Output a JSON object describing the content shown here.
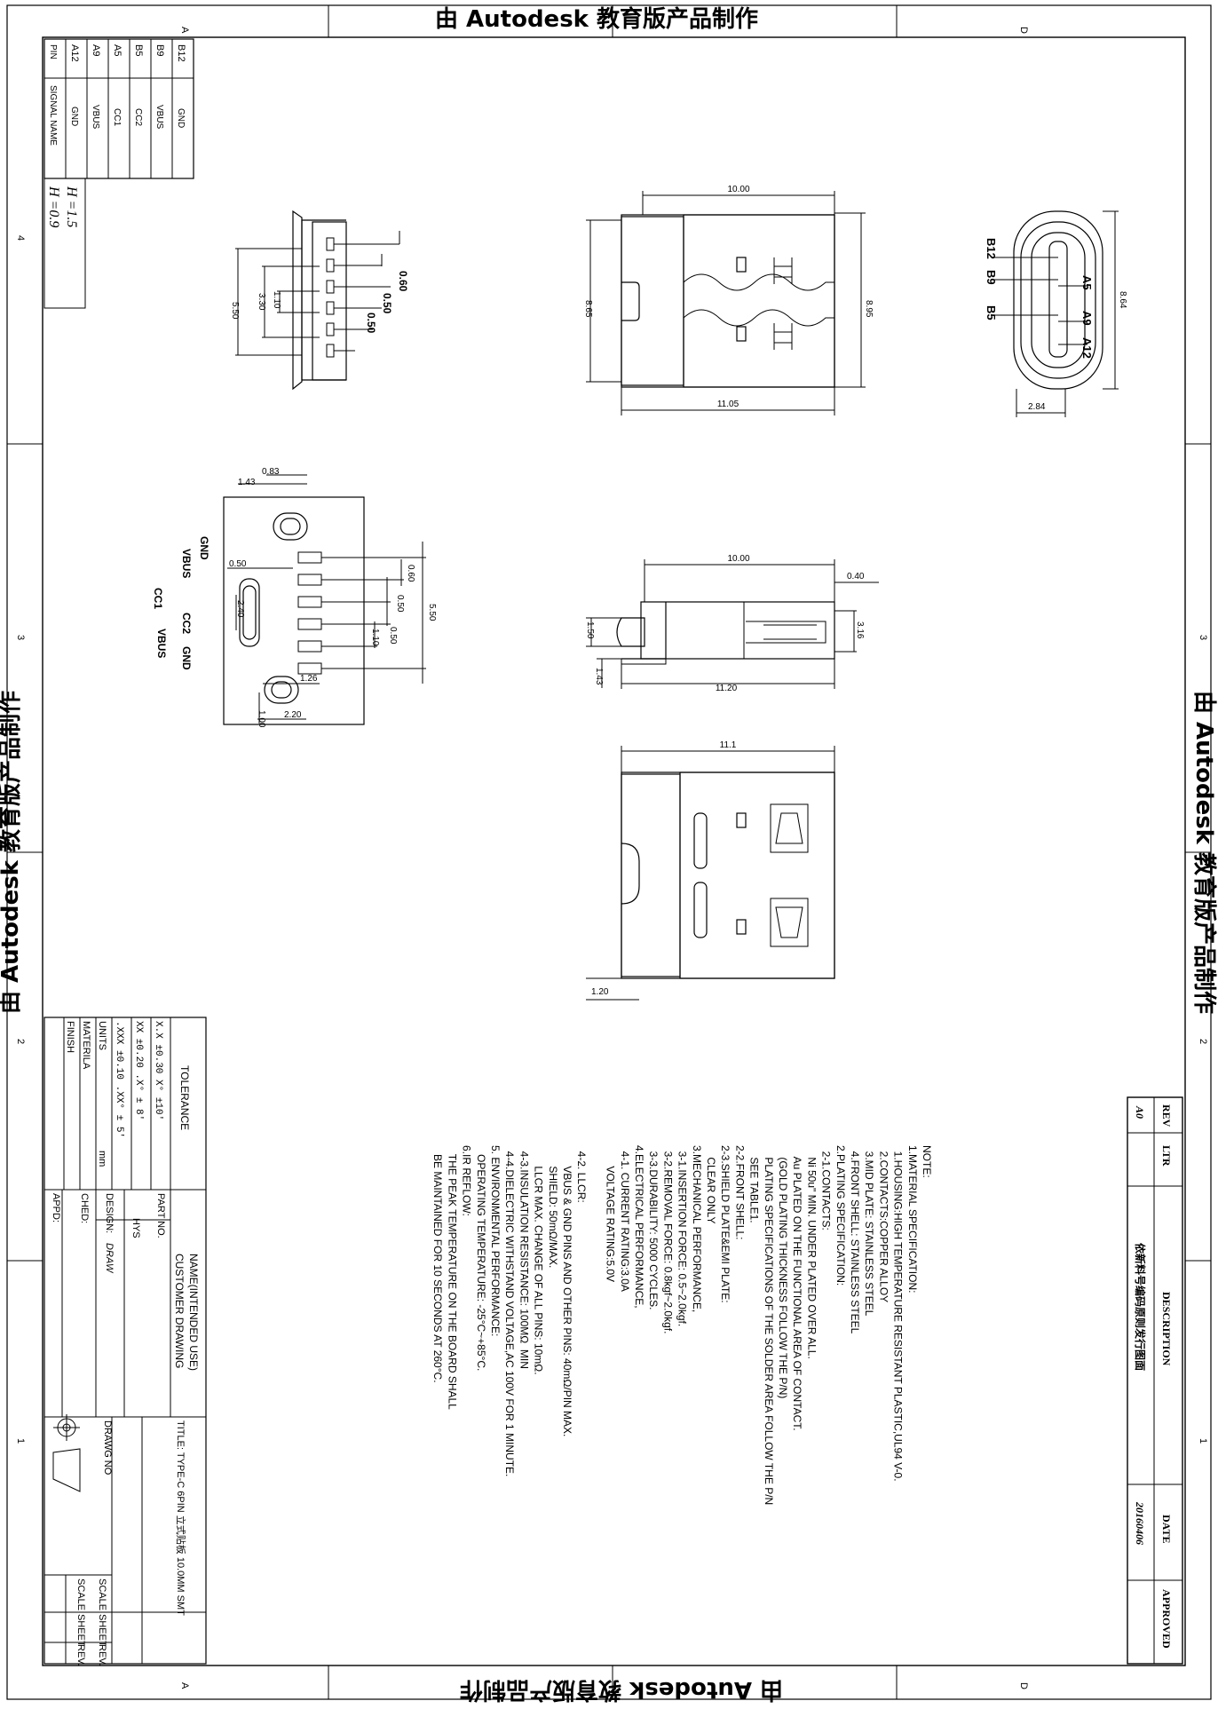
{
  "watermark": "由 Autodesk 教育版产品制作",
  "zone_letters": {
    "a": "A",
    "d": "D"
  },
  "zone_numbers": [
    "4",
    "3",
    "2",
    "1"
  ],
  "pin_table": {
    "header_pin": "PIN",
    "header_signal": "SIGNAL NAME",
    "rows": [
      {
        "pin": "B12",
        "signal": "GND"
      },
      {
        "pin": "B9",
        "signal": "VBUS"
      },
      {
        "pin": "B5",
        "signal": "CC2"
      },
      {
        "pin": "A5",
        "signal": "CC1"
      },
      {
        "pin": "A9",
        "signal": "VBUS"
      },
      {
        "pin": "A12",
        "signal": "GND"
      }
    ]
  },
  "h_notes": [
    "H =0.9",
    "H =1.5"
  ],
  "view_side_dims": {
    "d550": "5.50",
    "d330": "3.30",
    "d110": "1.10",
    "d060": "0.60",
    "d050a": "0.50",
    "d050b": "0.50"
  },
  "view_top": {
    "width": "10.00",
    "height_left": "8.65",
    "height_right": "8.95",
    "length": "11.05"
  },
  "view_front": {
    "pins_left": [
      "B12",
      "B9",
      "B5"
    ],
    "pins_right": [
      "A5",
      "A9",
      "A12"
    ],
    "height": "8.64",
    "depth": "2.84"
  },
  "view_pcb": {
    "d083": "0.83",
    "d143": "1.43",
    "d050": "0.50",
    "d240": "2.40",
    "d060": "0.60",
    "d050b": "0.50",
    "d050c": "0.50",
    "d110": "1.10",
    "d550": "5.50",
    "d126": "1.26",
    "d100": "1.00",
    "d220": "2.20",
    "labels": [
      "GND",
      "VBUS",
      "CC1",
      "CC2",
      "VBUS",
      "GND"
    ]
  },
  "view_profile": {
    "length": "10.00",
    "d040": "0.40",
    "d150": "1.50",
    "d143": "1.43",
    "d316": "3.16",
    "total": "11.20"
  },
  "view_bottom": {
    "length": "11.1",
    "d120": "1.20"
  },
  "notes": [
    "NOTE:",
    "1.MATERIAL SPECIFICATION:",
    "  1.HOUSING:HIGH TEMPERATURE RESISTANT PLASTIC,UL94 V-0.",
    "  2.CONTACTS:COPPER ALLOY",
    "  3.MID PLATE: STAINLESS STEEL",
    "  4.FRONT SHELL: STAINLESS STEEL",
    "2.PLATING SPECIFICATION:",
    "  2-1.CONTACTS:",
    "    Ni 50u\" MIN. UNDER PLATED OVER ALL.",
    "    Au PLATED ON THE FUNCTIONAL AREA OF CONTACT.",
    "    (GOLD PLATING THICKNESS FOLLOW THE P/N)",
    "    PLATING SPECIFICATIONS OF THE SOLDER AREA FOLLOW THE P/N",
    "    SEE TABLE1.",
    "2-2.FRONT SHELL:",
    "2-3.SHIELD PLATE&EMI PLATE:",
    "    CLEAR ONLY",
    "3.MECHANICAL PERFORMANCE,",
    "  3-1.INSERTION FORCE: 0.5~2.0kgf.",
    "  3-2.REMOVAL FORCE: 0.8kgf~2.0kgf.",
    "  3-3.DURABILITY: 5000 CYCLES.",
    "4.ELECTRICAL PERFORMANCE,",
    "  4-1. CURRENT RATING:3.0A",
    "       VOLTAGE RATING:5.0V",
    "",
    "  4-2. LLCR:",
    "       VBUS & GND PINS AND OTHER PINS: 40mΩ/PIN MAX.",
    "       SHIELD: 50mΩ/MAX.",
    "       LLCR MAX. CHANGE OF ALL PINS: 10mΩ.",
    "  4-3.INSULATION RESISTANCE: 100MΩ  MIN",
    "  4-4.DIELECTRIC WITHSTAND VOLTAGE,AC 100V FOR 1 MINUTE.",
    "5. ENVIRONMENTAL PERFORMANCE:",
    "   OPERATING TEMPERATURE: -25°C~+85°C.",
    "6.IR REFLOW:",
    "   THE PEAK TEMPERATURE ON THE BOARD SHALL",
    "   BE MAINTAINED FOR 10 SECONDS AT 260°C."
  ],
  "revision": {
    "h_rev": "REV",
    "h_ltr": "LTR",
    "h_desc": "DESCRIPTION",
    "h_date": "DATE",
    "h_approved": "APPROVED",
    "rev": "A0",
    "desc": "依新料号编码原则发行图面",
    "date": "20160406"
  },
  "title_block": {
    "tolerance": "TOLERANCE",
    "tol_rows": [
      "X.X   ±0.30  X°    ±10'",
      "XX    ±0.20  .X°   ±  8'",
      ".XXX  ±0.10  .XX°  ±  5'"
    ],
    "units_label": "UNITS",
    "units_value": "mm",
    "materila": "MATERILA",
    "finish": "FINISH",
    "name_intended": "NAME(INTENDED USE)",
    "customer_drawing": "CUSTOMER DRAWING",
    "part_no": "PART NO.",
    "part_value": "HYS",
    "design": "DESIGN:",
    "design_value": "DRAW",
    "ched": "CHED:",
    "appd": "APPD:",
    "title": "TITLE: TYPE-C 6PIN 立式贴板 10.0MM SMT",
    "drawg_no": "DRAWG NO",
    "scale": "SCALE",
    "sheet": "SHEET",
    "rev": "REV."
  }
}
